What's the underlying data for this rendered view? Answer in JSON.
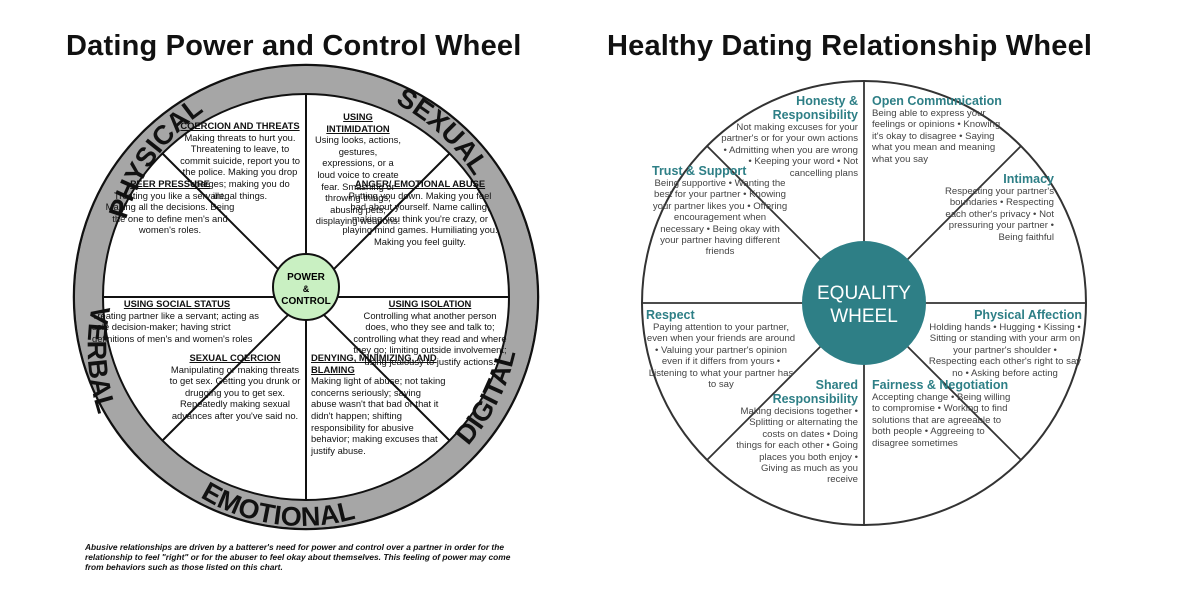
{
  "left": {
    "title": "Dating Power and Control Wheel",
    "center": [
      "POWER",
      "&",
      "CONTROL"
    ],
    "rim": {
      "physical": "PHYSICAL",
      "sexual": "SEXUAL",
      "verbal": "VERBAL",
      "digital": "DIGITAL",
      "emotional": "EMOTIONAL"
    },
    "segments": {
      "coercion": {
        "heading": "COERCION AND THREATS",
        "text": "Making threats to hurt you. Threatening to leave, to commit suicide, report you to the police. Making you drop charges; making you do illegal things."
      },
      "intimidation": {
        "heading": "USING INTIMIDATION",
        "text": "Using looks, actions, gestures, expressions, or a loud voice to create fear. Smashing or throwing things; abusing pets; displaying weapons."
      },
      "peer": {
        "heading": "PEER PRESSURE",
        "text": "Treating you like a servant. Making all the decisions. Being the one to define men's and women's roles."
      },
      "anger": {
        "heading": "ANGER/ EMOTIONAL ABUSE",
        "text": "Putting you down. Making you feel bad about yourself. Name calling, making you think you're crazy, or playing mind games. Humiliating you. Making you feel guilty."
      },
      "social": {
        "heading": "USING SOCIAL STATUS",
        "text": "Treating partner like a servant; acting as sole decision-maker; having strict definitions of men's and women's roles"
      },
      "isolation": {
        "heading": "USING ISOLATION",
        "text": "Controlling what another person does, who they see and talk to; controlling what they read and where they go; limiting outside involvement; using jealousy to justify actions."
      },
      "sexual": {
        "heading": "SEXUAL COERCION",
        "text": "Manipulating or making threats to get sex. Getting you drunk or drugging you to get sex. Repeatedly making sexual advances after you've said no."
      },
      "denying": {
        "heading": "DENYING, MINIMIZING, AND BLAMING",
        "text": "Making light of abuse; not taking concerns seriously; saying abuse wasn't that bad or that it didn't happen; shifting responsibility for abusive behavior; making excuses that justify abuse."
      }
    },
    "footnote": "Abusive relationships are driven by a batterer's need for power and control over a partner in order for the relationship to feel \"right\" or for the abuser to feel okay about themselves. This feeling of power may come from behaviors such as those listed on this chart."
  },
  "right": {
    "title": "Healthy Dating Relationship Wheel",
    "center": [
      "EQUALITY",
      "WHEEL"
    ],
    "segments": {
      "honesty": {
        "heading": "Honesty & Responsibility",
        "text": "Not making excuses for your partner's or for your own actions • Admitting when you are wrong • Keeping your word • Not cancelling plans"
      },
      "communication": {
        "heading": "Open Communication",
        "text": "Being able to express your feelings or opinions • Knowing it's okay to disagree • Saying what you mean and meaning what you say"
      },
      "trust": {
        "heading": "Trust & Support",
        "text": "Being supportive • Wanting the best for your partner • Knowing your partner likes you • Offering encouragement when necessary • Being okay with your partner having different friends"
      },
      "intimacy": {
        "heading": "Intimacy",
        "text": "Respecting your partner's boundaries • Respecting each other's privacy • Not pressuring your partner • Being faithful"
      },
      "respect": {
        "heading": "Respect",
        "text": "Paying attention to your partner, even when your friends are around • Valuing your partner's opinion even if it differs from yours • Listening to what your partner has to say"
      },
      "affection": {
        "heading": "Physical Affection",
        "text": "Holding hands • Hugging • Kissing • Sitting or standing with your arm on your partner's shoulder • Respecting each other's right to say no • Asking before acting"
      },
      "shared": {
        "heading": "Shared Responsibility",
        "text": "Making decisions together • Splitting or alternating the costs on dates • Doing things for each other • Going places you both enjoy • Giving as much as you receive"
      },
      "fairness": {
        "heading": "Fairness & Negotiation",
        "text": "Accepting change • Being willing to compromise • Working to find solutions that are agreeable to both people • Aggreeing to disagree sometimes"
      }
    }
  },
  "colors": {
    "rim": "#a6a6a6",
    "pc_center": "#c9f0c2",
    "eq_teal": "#2e7f86",
    "eq_line": "#333333"
  }
}
